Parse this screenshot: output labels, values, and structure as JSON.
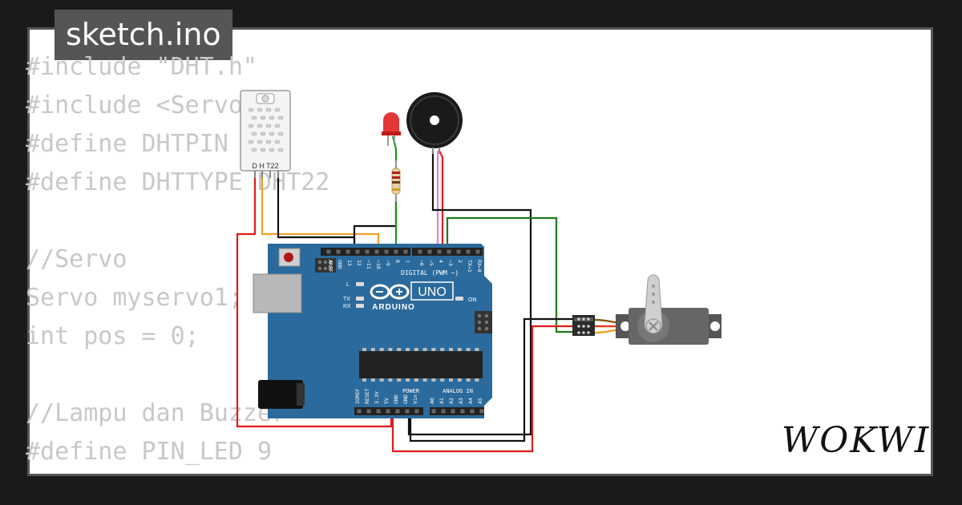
{
  "tab": {
    "title": "sketch.ino"
  },
  "code_lines": [
    "#include \"DHT.h\"",
    "#include <Servo.h>",
    "#define DHTPIN 11",
    "#define DHTTYPE DHT22",
    "",
    "//Servo",
    "Servo myservo1;",
    "int pos = 0;",
    "",
    "//Lampu dan Buzzer",
    "#define PIN_LED 9"
  ],
  "brand": {
    "name": "WOKWI"
  },
  "sensor": {
    "label": "D H T22"
  },
  "arduino": {
    "logo_text": "ARDUINO",
    "model": "UNO",
    "digital_label": "DIGITAL (PWM ~)",
    "digital_pins": [
      "AREF",
      "GND",
      "13",
      "12",
      "~11",
      "~10",
      "~9",
      "8",
      "7",
      "~6",
      "~5",
      "4",
      "~3",
      "2",
      "TX→1",
      "RX←0"
    ],
    "power_label": "POWER",
    "power_pins": [
      "IOREF",
      "RESET",
      "3.3V",
      "5V",
      "GND",
      "GND",
      "Vin"
    ],
    "analog_label": "ANALOG IN",
    "analog_pins": [
      "A0",
      "A1",
      "A2",
      "A3",
      "A4",
      "A5"
    ],
    "led_labels": [
      "L",
      "TX",
      "RX"
    ],
    "on_label": "ON"
  },
  "colors": {
    "board": "#2b6a9c",
    "wire_red": "#e01b1b",
    "wire_black": "#111111",
    "wire_orange": "#f0a020",
    "wire_green": "#1a9a1a",
    "wire_pink": "#e080e0",
    "wire_darkgreen": "#1e7a1e"
  }
}
